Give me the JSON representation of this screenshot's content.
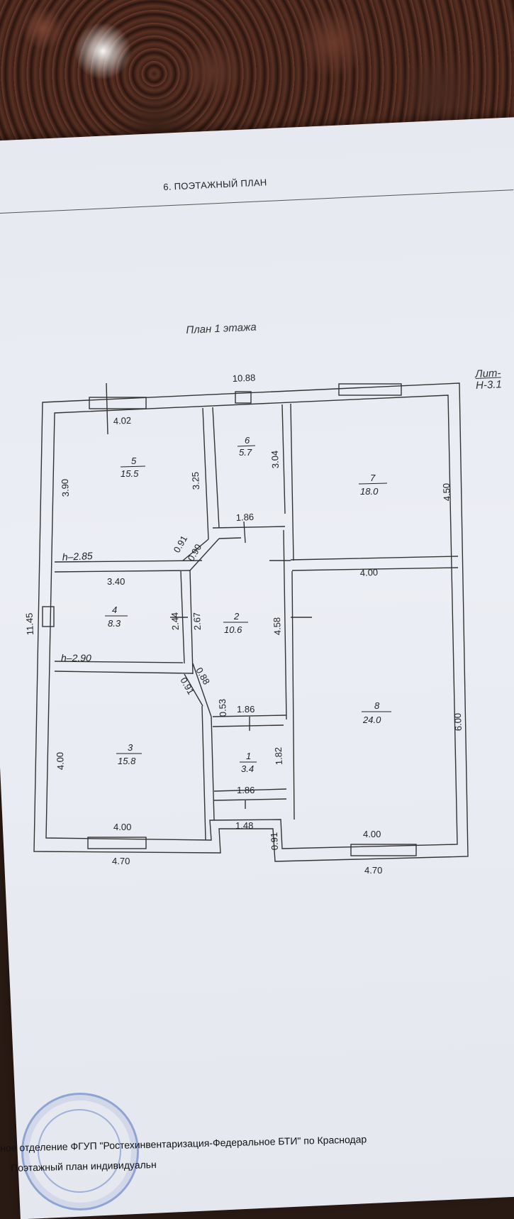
{
  "header": {
    "section_title": "6. ПОЭТАЖНЫЙ ПЛАН"
  },
  "plan": {
    "title": "План 1 этажа",
    "litera_label": "Лит-",
    "litera_height": "Н-3.1",
    "overall": {
      "top_width": "10.88",
      "left_height": "11.45",
      "bottom_left": "4.70",
      "bottom_right": "4.70"
    },
    "rooms": [
      {
        "number": "1",
        "area": "3.4"
      },
      {
        "number": "2",
        "area": "10.6"
      },
      {
        "number": "3",
        "area": "15.8"
      },
      {
        "number": "4",
        "area": "8.3"
      },
      {
        "number": "5",
        "area": "15.5"
      },
      {
        "number": "6",
        "area": "5.7"
      },
      {
        "number": "7",
        "area": "18.0"
      },
      {
        "number": "8",
        "area": "24.0"
      }
    ],
    "dims": {
      "r5_top": "4.02",
      "r5_left": "3.90",
      "r5_right": "3.25",
      "r6_right": "3.04",
      "r6_bottom": "1.86",
      "r7_right": "4.50",
      "r7_bottom": "4.00",
      "r4_top": "3.40",
      "r4_right": "2.44",
      "r2_left": "2.67",
      "r2_right": "4.58",
      "diag_a": "0.91",
      "diag_b": "0.90",
      "diag_c": "0.88",
      "diag_d": "0.91",
      "r2_notch": "0.53",
      "r1_top": "1.86",
      "r1_right": "1.82",
      "r1_bottom": "1.86",
      "porch_w": "1.48",
      "porch_h": "0.91",
      "r3_left": "4.00",
      "r3_bottom": "4.00",
      "r8_right": "6.00",
      "r8_bottom": "4.00"
    },
    "ceiling": {
      "h1": "h–2.85",
      "h2": "h–2.90"
    }
  },
  "footer": {
    "line1": "ное отделение ФГУП \"Ростехинвентаризация-Федеральное БТИ\" по Краснодар",
    "line2": "Поэтажный план индивидуальн"
  }
}
